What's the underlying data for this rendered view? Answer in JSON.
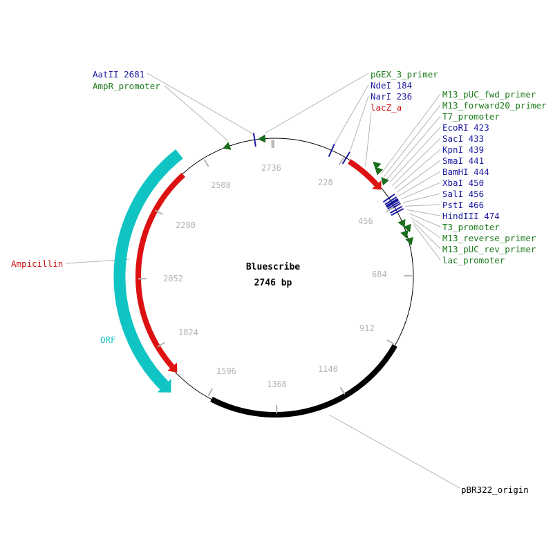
{
  "plasmid": {
    "name": "Bluescribe",
    "size_label": "2746 bp",
    "length_bp": 2746
  },
  "ticks": [
    "228",
    "456",
    "684",
    "912",
    "1140",
    "1368",
    "1596",
    "1824",
    "2052",
    "2280",
    "2508",
    "2736"
  ],
  "left_labels": [
    {
      "text": "AatII 2681",
      "color": "#1a1aa0"
    },
    {
      "text": "AmpR_promoter",
      "color": "#1a7a1a"
    }
  ],
  "top_right_labels": [
    {
      "text": "pGEX_3_primer",
      "color": "#1a7a1a"
    },
    {
      "text": "NdeI 184",
      "color": "#1a1aa0"
    },
    {
      "text": "NarI 236",
      "color": "#1a1aa0"
    },
    {
      "text": "lacZ_a",
      "color": "#cc1010"
    }
  ],
  "right_labels": [
    {
      "text": "M13_pUC_fwd_primer",
      "color": "#1a7a1a"
    },
    {
      "text": "M13_forward20_primer",
      "color": "#1a7a1a"
    },
    {
      "text": "T7_promoter",
      "color": "#1a7a1a"
    },
    {
      "text": "EcoRI 423",
      "color": "#1a1aa0"
    },
    {
      "text": "SacI 433",
      "color": "#1a1aa0"
    },
    {
      "text": "KpnI 439",
      "color": "#1a1aa0"
    },
    {
      "text": "SmaI 441",
      "color": "#1a1aa0"
    },
    {
      "text": "BamHI 444",
      "color": "#1a1aa0"
    },
    {
      "text": "XbaI 450",
      "color": "#1a1aa0"
    },
    {
      "text": "SalI 456",
      "color": "#1a1aa0"
    },
    {
      "text": "PstI 466",
      "color": "#1a1aa0"
    },
    {
      "text": "HindIII 474",
      "color": "#1a1aa0"
    },
    {
      "text": "T3_promoter",
      "color": "#1a7a1a"
    },
    {
      "text": "M13_reverse_primer",
      "color": "#1a7a1a"
    },
    {
      "text": "M13_pUC_rev_primer",
      "color": "#1a7a1a"
    },
    {
      "text": "lac_promoter",
      "color": "#1a7a1a"
    }
  ],
  "ampicillin_label": {
    "text": "Ampicillin",
    "color": "#cc1010"
  },
  "orf_label": {
    "text": "ORF",
    "color": "#10bdbd"
  },
  "ori_label": {
    "text": "pBR322_origin",
    "color": "#000000"
  },
  "colors": {
    "backbone": "#000000",
    "tick": "#b3b3b3",
    "feature_red": "#dd1111",
    "orf_cyan": "#11c4c4",
    "ori_black": "#000000",
    "site_blue": "#1a1aa0",
    "primer_green": "#1a6e1a",
    "leader": "#b3b3b3"
  }
}
